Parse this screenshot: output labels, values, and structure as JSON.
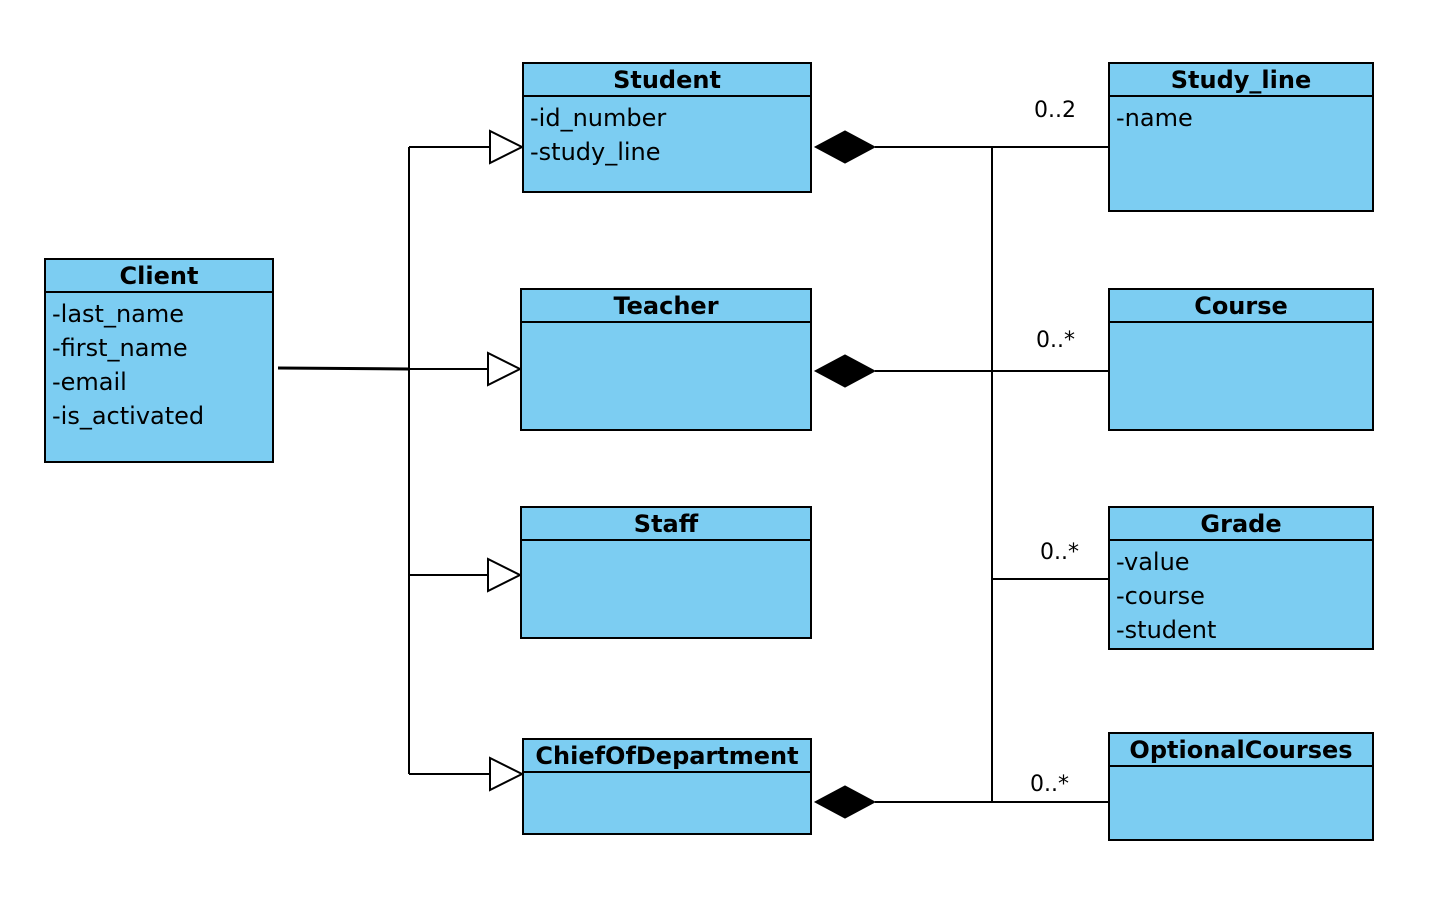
{
  "classes": {
    "client": {
      "name": "Client",
      "attributes": [
        "-last_name",
        "-first_name",
        "-email",
        "-is_activated"
      ]
    },
    "student": {
      "name": "Student",
      "attributes": [
        "-id_number",
        "-study_line"
      ]
    },
    "teacher": {
      "name": "Teacher",
      "attributes": []
    },
    "staff": {
      "name": "Staff",
      "attributes": []
    },
    "chief": {
      "name": "ChiefOfDepartment",
      "attributes": []
    },
    "study_line": {
      "name": "Study_line",
      "attributes": [
        "-name"
      ]
    },
    "course": {
      "name": "Course",
      "attributes": []
    },
    "grade": {
      "name": "Grade",
      "attributes": [
        "-value",
        "-course",
        "-student"
      ]
    },
    "optional": {
      "name": "OptionalCourses",
      "attributes": []
    }
  },
  "multiplicities": {
    "study_line": "0..2",
    "course": "0..*",
    "grade": "0..*",
    "optional": "0..*"
  },
  "colors": {
    "class_fill": "#7ccdf2",
    "stroke": "#000000"
  }
}
